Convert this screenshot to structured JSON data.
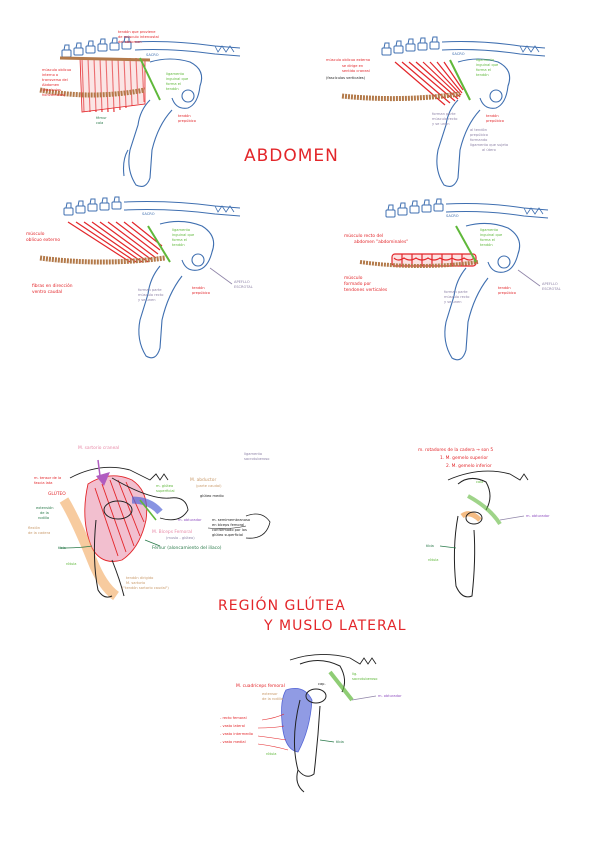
{
  "colors": {
    "bone": "#3f6fb0",
    "muscle_red": "#e3262a",
    "ligament_green": "#5fb83a",
    "tendon_brown": "#b37a4a",
    "label_purple": "#8f84a8",
    "gluteal_pink": "#e88aa8",
    "quadriceps_blue": "#5566d6",
    "orange": "#f0a050",
    "ink": "#222222"
  },
  "titles": {
    "abdomen": "ABDOMEN",
    "gluteal_line1": "REGIÓN GLÚTEA",
    "gluteal_line2": "Y MUSLO LATERAL"
  },
  "panel1": {
    "top1": "tendón que proviene",
    "top2": "de músculo intercostal",
    "top3": "del abdomen",
    "l1": "músculo oblicuo",
    "l2": "interno o",
    "l3": "transverso del",
    "l4": "Abdomen",
    "l5": "(fascículos",
    "l6": "horizontales)",
    "sacro": "SACRO",
    "lig1": "ligamento",
    "lig2": "inguinal que",
    "lig3": "forma el",
    "lig4": "tendón",
    "fem1": "fémur",
    "fem2": "cola",
    "pel1": "tendón",
    "pel2": "prepúbico"
  },
  "panel2": {
    "l1": "músculo oblicuo externo",
    "l2": "se dirige en",
    "l3": "sentido craneal",
    "l4": "(fascículos verticales)",
    "sacro": "SACRO",
    "lig1": "ligamento",
    "lig2": "inguinal que",
    "lig3": "forma el",
    "lig4": "tendón",
    "pel1": "tendón",
    "pel2": "prepúbico",
    "n1": "forman parte",
    "n2": "músculo recto",
    "n3": "y se unen",
    "n4": "al tendón",
    "n5": "prepúbico",
    "n6": "formando",
    "n7": "ligamento que sujeta",
    "n8": "al útero"
  },
  "panel3": {
    "l1": "músculo",
    "l2": "oblicuo externo",
    "sacro": "SACRO",
    "lig1": "ligamento",
    "lig2": "inguinal que",
    "lig3": "forma el",
    "lig4": "tendón",
    "b1": "fibras en dirección",
    "b2": "ventro caudal",
    "pel1": "tendón",
    "pel2": "prepúbico",
    "ap1": "APEFLLO",
    "ap2": "ESCROTAL",
    "n1": "forman parte",
    "n2": "músculo recto",
    "n3": "y se unen"
  },
  "panel4": {
    "l1": "músculo recto del",
    "l2": "abdomen \"abdominales\"",
    "sacro": "SACRO",
    "lig1": "ligamento",
    "lig2": "inguinal que",
    "lig3": "forma el",
    "lig4": "tendón",
    "b1": "músculo",
    "b2": "formado por",
    "b3": "tendones verticales",
    "pel1": "tendón",
    "pel2": "prepúbico",
    "ap1": "APEFLLO",
    "ap2": "ESCROTAL",
    "n1": "forman parte",
    "n2": "músculo recto",
    "n3": "y se unen"
  },
  "panel5": {
    "sartorio": "M. sartorio craneal",
    "abductor1": "M. abductor",
    "abductor2": "(parte caudal)",
    "sup1": "ligamento",
    "sup2": "sacrotuberoso",
    "gluteo_lbl1": "m. tensor de la",
    "gluteo_lbl2": "fascia lata",
    "gluteo_lbl3": "GLÚTEO",
    "g1": "m. glúteo",
    "g2": "superficial",
    "g3": "glúteo medio",
    "obt": "m. obturador",
    "ext1": "extensión",
    "ext2": "de la",
    "ext3": "rodilla",
    "fl1": "flexión",
    "fl2": "de la cadera",
    "r1": "m. semimembranoso",
    "r2": "en bíceps femoral",
    "r3": "conformado por los",
    "r4": "glúteo superficial",
    "bic1": "M. Bíceps Femoral",
    "bic2": "(muslo - glúteo)",
    "ffem": "Fémur (aloncamiento del ilíaco)",
    "ind1": "tendón dirigido",
    "ind2": "M. sartorio",
    "ind3": "(\"tendón sartorio caudal\")",
    "tib": "tibia",
    "pat": "rótula"
  },
  "panel6": {
    "t1": "m. rotadores de la cadera → son 5",
    "t2": "1. M. gemelo superior",
    "t3": "2. M. gemelo inferior",
    "obt": "m. obturador",
    "ant": "cola",
    "tib": "tibia",
    "pat": "rótula"
  },
  "panel7": {
    "quad": "M. cuadríceps femoral",
    "q2": "extensor",
    "q3": "de la rodilla",
    "lig1": "lig.",
    "lig2": "sacrotuberoso",
    "obt": "m. obturador",
    "s1": "- recto femoral",
    "s2": "- vasto lateral",
    "s3": "- vasto intermedio",
    "s4": "- vasto medial",
    "tib": "tibia",
    "pat": "rótula",
    "cap": "cap."
  }
}
